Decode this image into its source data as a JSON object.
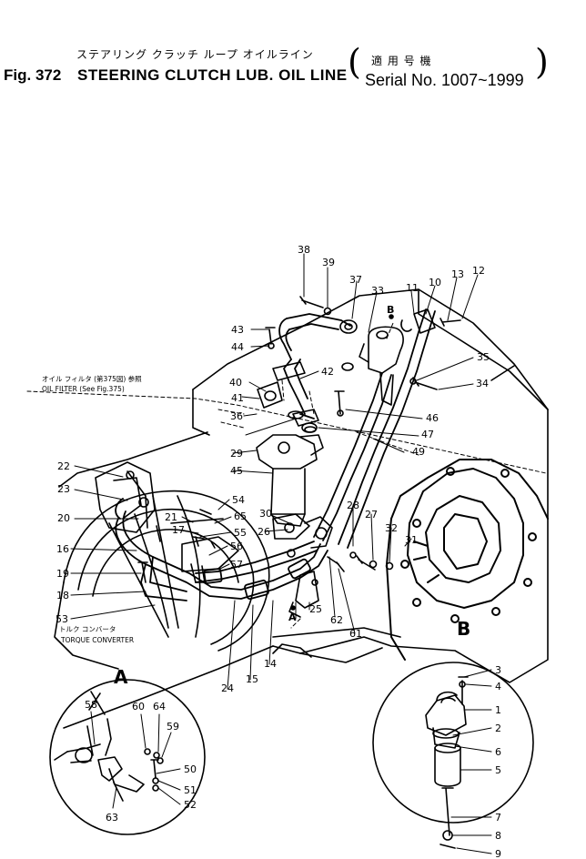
{
  "header": {
    "japanese_title": "ステアリング クラッチ ループ オイルライン",
    "japanese_serial": "適 用 号 機",
    "figure_number": "Fig. 372",
    "title": "STEERING CLUTCH LUB. OIL LINE",
    "serial": "Serial No. 1007~1999"
  },
  "annotations": {
    "oil_filter_jp": "オイル フィルタ (第375図) 参照",
    "oil_filter_en": "OIL FILTER (See Fig.375)",
    "torque_converter_jp": "トルク コンバータ",
    "torque_converter_en": "TORQUE CONVERTER"
  },
  "detail_labels": {
    "a": "A",
    "b": "B",
    "a_ref": "A",
    "b_ref": "B"
  },
  "part_numbers": [
    "38",
    "39",
    "37",
    "33",
    "11",
    "10",
    "13",
    "12",
    "43",
    "44",
    "35",
    "34",
    "42",
    "40",
    "41",
    "36",
    "46",
    "47",
    "49",
    "29",
    "45",
    "22",
    "23",
    "20",
    "21",
    "17",
    "54",
    "65",
    "55",
    "30",
    "26",
    "56",
    "57",
    "28",
    "27",
    "32",
    "31",
    "16",
    "19",
    "18",
    "53",
    "25",
    "62",
    "61",
    "24",
    "15",
    "14",
    "58",
    "60",
    "64",
    "59",
    "50",
    "51",
    "52",
    "63",
    "3",
    "4",
    "1",
    "2",
    "6",
    "5",
    "7",
    "8",
    "9"
  ]
}
